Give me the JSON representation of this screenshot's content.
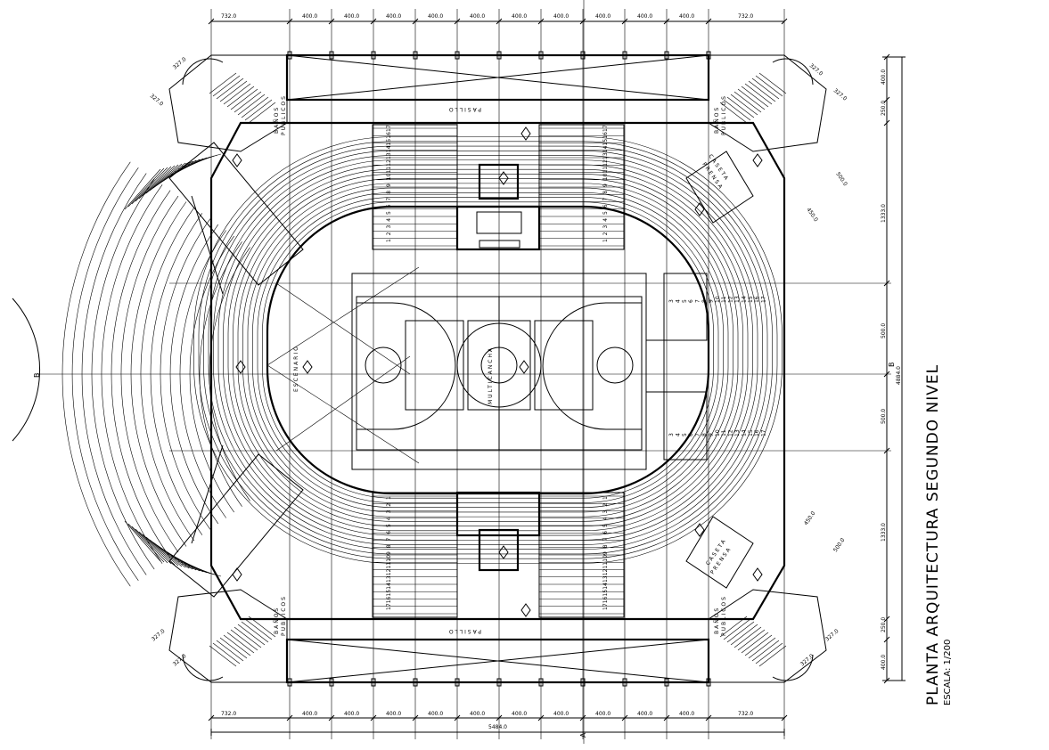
{
  "title": "PLANTA ARQUITECTURA SEGUNDO NIVEL",
  "scale": "ESCALA:  1/200",
  "labels": {
    "pasillo": "PASILLO",
    "banos": "BAÑOS",
    "publicos": "PUBLICOS",
    "caseta": "CASETA",
    "prensa": "PRENSA",
    "escenario": "ESCENARIO",
    "multicancha": "MULTICANCHA"
  },
  "axes": {
    "a": "A",
    "b": "B"
  },
  "dimensions": {
    "top": [
      "732.0",
      "400.0",
      "400.0",
      "400.0",
      "400.0",
      "400.0",
      "400.0",
      "400.0",
      "400.0",
      "400.0",
      "400.0",
      "732.0"
    ],
    "bottom": [
      "732.0",
      "400.0",
      "400.0",
      "400.0",
      "400.0",
      "400.0",
      "400.0",
      "400.0",
      "400.0",
      "400.0",
      "400.0",
      "732.0"
    ],
    "bottom_total": "5484.0",
    "right": [
      "400.0",
      "250.0",
      "1333.0",
      "500.0",
      "500.0",
      "1333.0",
      "250.0",
      "400.0"
    ],
    "right_total": "4884.0",
    "corner": [
      "327.0",
      "327.0"
    ],
    "diagonal": [
      "500.0",
      "450.0"
    ]
  },
  "row_numbers": [
    "1",
    "2",
    "3",
    "4",
    "5",
    "6",
    "7",
    "8",
    "9",
    "10",
    "11",
    "12",
    "13",
    "14",
    "15",
    "16",
    "17"
  ],
  "stand_side_numbers": [
    "3",
    "4",
    "5",
    "6",
    "7",
    "8",
    "9",
    "10",
    "11",
    "12",
    "13",
    "14",
    "15",
    "16",
    "17"
  ]
}
